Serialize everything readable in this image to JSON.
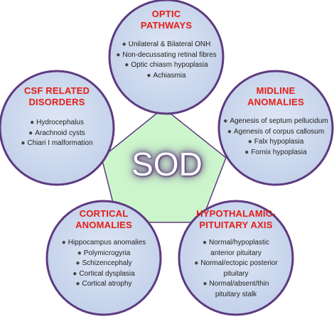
{
  "center": {
    "label": "SOD",
    "fill_color": "#ccf5cc"
  },
  "colors": {
    "circle_fill": "#cdd9ee",
    "circle_stroke": "#5e3a80",
    "title_color": "#e8231c"
  },
  "circles": [
    {
      "id": "optic",
      "title_lines": [
        "OPTIC",
        "PATHWAYS"
      ],
      "items": [
        {
          "line": "Unilateral & Bilateral ONH"
        },
        {
          "line": "Non-decussating retinal fibres"
        },
        {
          "line": "Optic chiasm hypoplasia"
        },
        {
          "line": "Achiasmia"
        }
      ]
    },
    {
      "id": "midline",
      "title_lines": [
        "MIDLINE",
        "ANOMALIES"
      ],
      "items": [
        {
          "line": "Agenesis of septum pellucidum"
        },
        {
          "line": "Agenesis of corpus callosum"
        },
        {
          "line": "Falx hypoplasia"
        },
        {
          "line": "Fornix hypoplasia"
        }
      ]
    },
    {
      "id": "hpa",
      "title_lines": [
        "HYPOTHALAMIC-",
        "PITUITARY AXIS"
      ],
      "items": [
        {
          "line": "Normal/hypoplastic",
          "cont": "anterior pituitary"
        },
        {
          "line": "Normal/ectopic posterior",
          "cont": "pituitary"
        },
        {
          "line": "Normal/absent/thin",
          "cont": "pituitary stalk"
        }
      ]
    },
    {
      "id": "cortical",
      "title_lines": [
        "CORTICAL",
        "ANOMALIES"
      ],
      "items": [
        {
          "line": "Hippocampus anomalies"
        },
        {
          "line": "Polymicrogyria"
        },
        {
          "line": "Schizencephaly"
        },
        {
          "line": "Cortical dysplasia"
        },
        {
          "line": "Cortical atrophy"
        }
      ]
    },
    {
      "id": "csf",
      "title_lines": [
        "CSF RELATED",
        "DISORDERS"
      ],
      "items": [
        {
          "line": "Hydrocephalus"
        },
        {
          "line": "Arachnoid cysts"
        },
        {
          "line": "Chiari I malformation"
        }
      ]
    }
  ]
}
